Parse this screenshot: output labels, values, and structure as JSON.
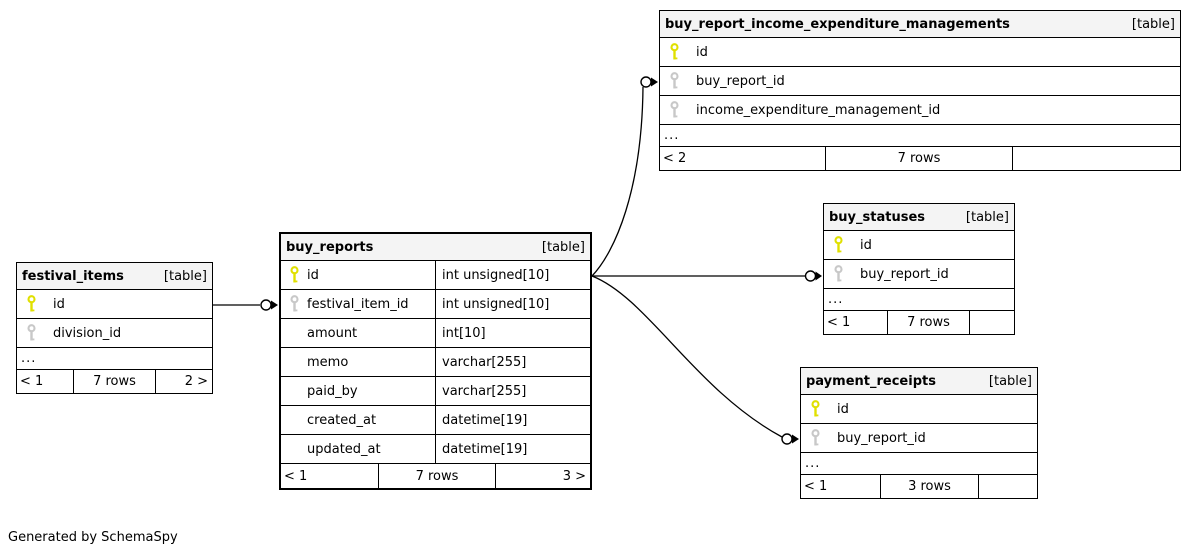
{
  "page": {
    "footer_note": "Generated by SchemaSpy"
  },
  "colors": {
    "primary_key_icon": "#e0e000",
    "foreign_key_icon": "#c8c8c8",
    "header_background": "#f4f4f4",
    "border": "#000000"
  },
  "tables": [
    {
      "name": "buy_report_income_expenditure_managements",
      "tag": "[table]",
      "columns": [
        {
          "name": "id",
          "key": "primary"
        },
        {
          "name": "buy_report_id",
          "key": "foreign"
        },
        {
          "name": "income_expenditure_management_id",
          "key": "foreign"
        }
      ],
      "ellipsis": "...",
      "footer": {
        "left": "< 2",
        "center": "7 rows",
        "right": ""
      }
    },
    {
      "name": "buy_statuses",
      "tag": "[table]",
      "columns": [
        {
          "name": "id",
          "key": "primary"
        },
        {
          "name": "buy_report_id",
          "key": "foreign"
        }
      ],
      "ellipsis": "...",
      "footer": {
        "left": "< 1",
        "center": "7 rows",
        "right": ""
      }
    },
    {
      "name": "payment_receipts",
      "tag": "[table]",
      "columns": [
        {
          "name": "id",
          "key": "primary"
        },
        {
          "name": "buy_report_id",
          "key": "foreign"
        }
      ],
      "ellipsis": "...",
      "footer": {
        "left": "< 1",
        "center": "3 rows",
        "right": ""
      }
    },
    {
      "name": "festival_items",
      "tag": "[table]",
      "columns": [
        {
          "name": "id",
          "key": "primary"
        },
        {
          "name": "division_id",
          "key": "foreign"
        }
      ],
      "ellipsis": "...",
      "footer": {
        "left": "< 1",
        "center": "7 rows",
        "right": "2 >"
      }
    },
    {
      "name": "buy_reports",
      "tag": "[table]",
      "columns": [
        {
          "name": "id",
          "key": "primary",
          "type": "int unsigned[10]"
        },
        {
          "name": "festival_item_id",
          "key": "foreign",
          "type": "int unsigned[10]"
        },
        {
          "name": "amount",
          "key": "none",
          "type": "int[10]"
        },
        {
          "name": "memo",
          "key": "none",
          "type": "varchar[255]"
        },
        {
          "name": "paid_by",
          "key": "none",
          "type": "varchar[255]"
        },
        {
          "name": "created_at",
          "key": "none",
          "type": "datetime[19]"
        },
        {
          "name": "updated_at",
          "key": "none",
          "type": "datetime[19]"
        }
      ],
      "footer": {
        "left": "< 1",
        "center": "7 rows",
        "right": "3 >"
      }
    }
  ],
  "relationships": [
    {
      "from": "festival_items.id",
      "to": "buy_reports.festival_item_id"
    },
    {
      "from": "buy_reports.id",
      "to": "buy_report_income_expenditure_managements.buy_report_id"
    },
    {
      "from": "buy_reports.id",
      "to": "buy_statuses.buy_report_id"
    },
    {
      "from": "buy_reports.id",
      "to": "payment_receipts.buy_report_id"
    }
  ]
}
